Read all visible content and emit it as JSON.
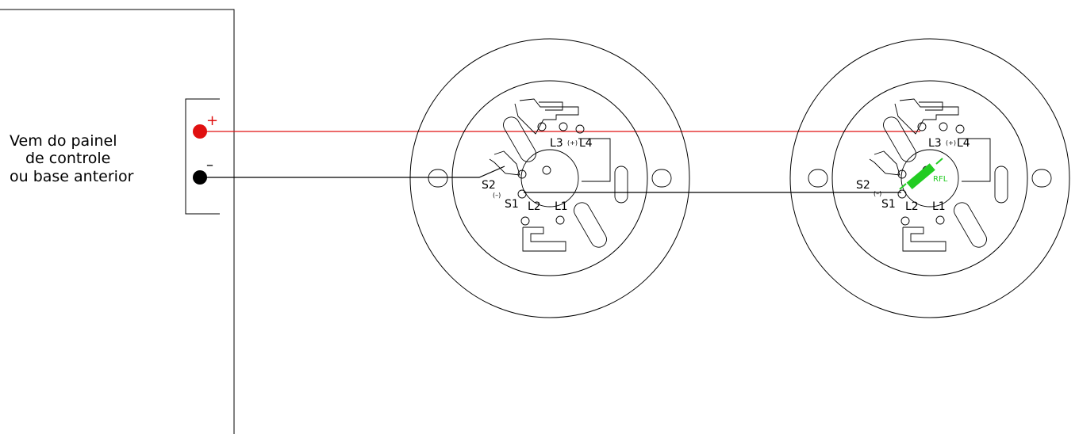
{
  "panel": {
    "label_lines": [
      "Vem do painel",
      "de controle",
      "ou base anterior"
    ],
    "positive_sign": "+",
    "negative_sign": "–"
  },
  "bases": [
    {
      "terminals": {
        "s2": "S2",
        "s1": "S1",
        "l2": "L2",
        "l1": "L1",
        "l3": "L3",
        "l4": "L4",
        "neg": "(–)",
        "pos": "(+)"
      }
    },
    {
      "terminals": {
        "s2": "S2",
        "s1": "S1",
        "l2": "L2",
        "l1": "L1",
        "l3": "L3",
        "l4": "L4",
        "neg": "(–)",
        "pos": "(+)"
      },
      "resistor_label": "RFL"
    }
  ],
  "colors": {
    "positive_wire": "#e01010",
    "negative_wire": "#000000",
    "resistor": "#22cc22"
  }
}
